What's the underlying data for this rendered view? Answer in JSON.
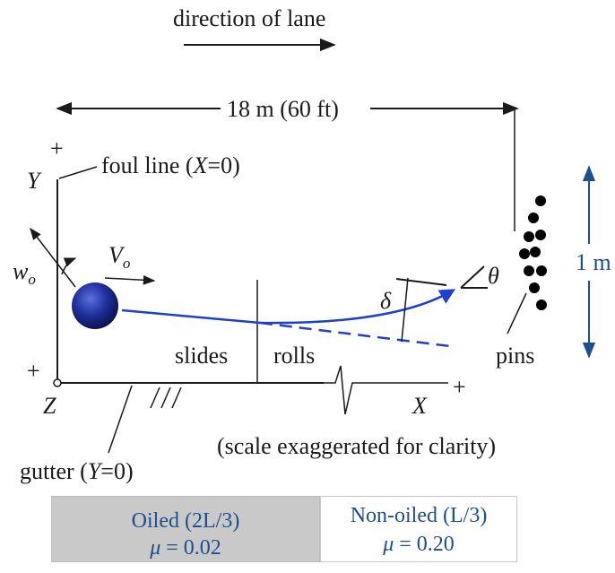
{
  "direction_label": "direction of lane",
  "length_label": "18 m (60 ft)",
  "foul_line": {
    "prefix": "foul line (",
    "var": "X",
    "suffix": "=0)"
  },
  "gutter": {
    "prefix": "gutter (",
    "var": "Y",
    "suffix": "=0)"
  },
  "axes": {
    "y": "Y",
    "x": "X",
    "z": "Z",
    "plus": "+"
  },
  "spin_label": {
    "main": "w",
    "sub": "o"
  },
  "velocity_label": {
    "main": "V",
    "sub": "o"
  },
  "delta_label": "δ",
  "theta_label": "θ",
  "width_label": "1 m",
  "slides_label": "slides",
  "rolls_label": "rolls",
  "pins_label": "pins",
  "scale_note": "(scale exaggerated for clarity)",
  "oiled": {
    "name": "Oiled (2L/3)",
    "mu_symbol": "μ",
    "mu_value": " = 0.02"
  },
  "non_oiled": {
    "name": "Non-oiled (L/3)",
    "mu_symbol": "μ",
    "mu_value": " = 0.20"
  },
  "colors": {
    "path": "#1f3fd0",
    "ball": "#1a2a8a",
    "dim_arrow": "#1f4e8c",
    "text_blue": "#1f4e8c"
  }
}
